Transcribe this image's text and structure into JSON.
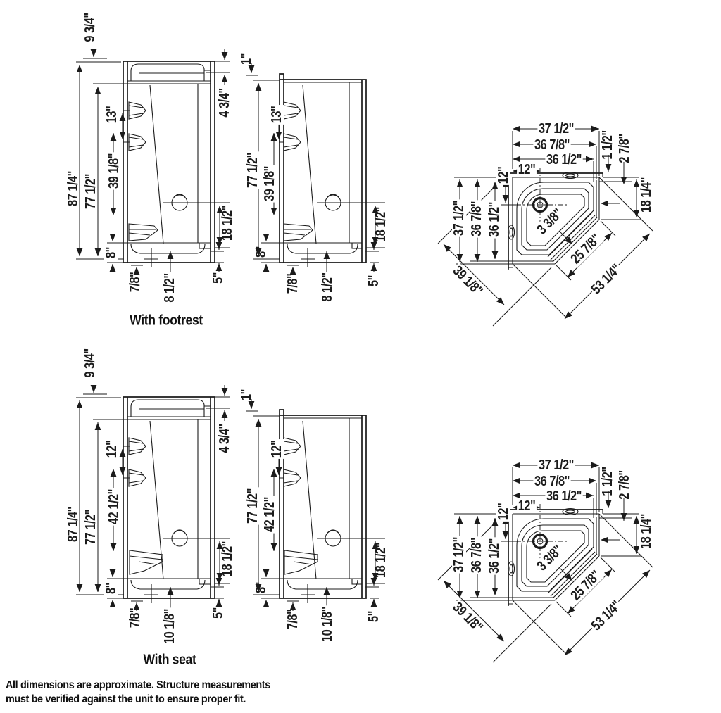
{
  "drawing": {
    "captions": {
      "footrest": "With footrest",
      "seat": "With seat"
    },
    "notes": {
      "line1": "All dimensions are approximate. Structure measurements",
      "line2": "must be verified against the unit to ensure proper fit."
    },
    "footrest": {
      "enclosed": {
        "roof_depth": "9 3/4\"",
        "overall_height": "87 1/4\"",
        "shell_height": "77 1/2\"",
        "jet_to_rest": "39 1/8\"",
        "jet_spacing": "13\"",
        "cap_height": "4 3/4\"",
        "valve_height": "18 1/2\"",
        "base_height": "8\"",
        "base_lip": "7/8\"",
        "basin_depth": "8 1/2\"",
        "apron_height": "5\""
      },
      "open": {
        "top_lip": "1\"",
        "shell_height": "77 1/2\"",
        "jet_to_rest": "39 1/8\"",
        "jet_spacing": "13\"",
        "valve_height": "18 1/2\"",
        "base_height": "8\"",
        "base_lip": "7/8\"",
        "basin_depth": "8 1/2\"",
        "apron_height": "5\""
      },
      "plan": {
        "width_overall": "37 1/2\"",
        "width_mid": "36 7/8\"",
        "width_inner": "36 1/2\"",
        "drain_from_wall": "12\"",
        "wall_lip": "1 1/2\"",
        "glass_offset": "2 7/8\"",
        "wall_to_door": "18 1/4\"",
        "depth_overall": "37 1/2\"",
        "depth_mid": "36 7/8\"",
        "depth_inner": "36 1/2\"",
        "drain_from_wall_side": "12\"",
        "glass_thickness": "3 3/8\"",
        "door_width": "25 7/8\"",
        "diagonal": "53 1/4\"",
        "front_to_corner": "39 1/8\""
      }
    },
    "seat": {
      "enclosed": {
        "roof_depth": "9 3/4\"",
        "overall_height": "87 1/4\"",
        "shell_height": "77 1/2\"",
        "jet_to_rest": "42 1/2\"",
        "jet_spacing": "12\"",
        "cap_height": "4 3/4\"",
        "valve_height": "18 1/2\"",
        "base_height": "8\"",
        "base_lip": "7/8\"",
        "basin_depth": "10 1/8\"",
        "apron_height": "5\""
      },
      "open": {
        "top_lip": "1\"",
        "shell_height": "77 1/2\"",
        "jet_to_rest": "42 1/2\"",
        "jet_spacing": "12\"",
        "valve_height": "18 1/2\"",
        "base_height": "8\"",
        "base_lip": "7/8\"",
        "basin_depth": "10 1/8\"",
        "apron_height": "5\""
      },
      "plan": {
        "width_overall": "37 1/2\"",
        "width_mid": "36 7/8\"",
        "width_inner": "36 1/2\"",
        "drain_from_wall": "12\"",
        "wall_lip": "1 1/2\"",
        "glass_offset": "2 7/8\"",
        "wall_to_door": "18 1/4\"",
        "depth_overall": "37 1/2\"",
        "depth_mid": "36 7/8\"",
        "depth_inner": "36 1/2\"",
        "drain_from_wall_side": "12\"",
        "glass_thickness": "3 3/8\"",
        "door_width": "25 7/8\"",
        "diagonal": "53 1/4\"",
        "front_to_corner": "39 1/8\""
      }
    }
  }
}
